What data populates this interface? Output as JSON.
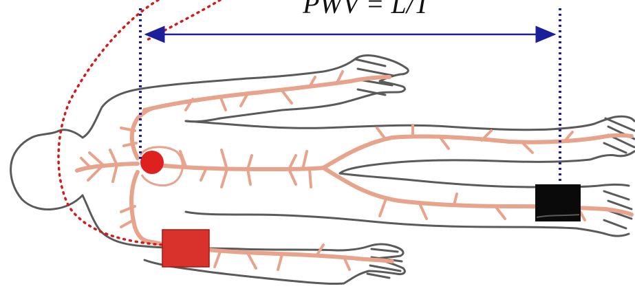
{
  "formula": "PWV = L/T",
  "colors": {
    "body_outline": "#5a5a5a",
    "arteries": "#e8a38c",
    "guides": "#1b1f9c",
    "heart": "#e01f1f",
    "pulse_path": "#d41a1a",
    "arm_cuff": "#d9312b",
    "ankle_cuff": "#0a0a0a"
  },
  "icons": {
    "body": "human-body-outline",
    "heart": "heart-marker",
    "arm_cuff": "blood-pressure-cuff",
    "ankle_cuff": "ankle-cuff"
  }
}
